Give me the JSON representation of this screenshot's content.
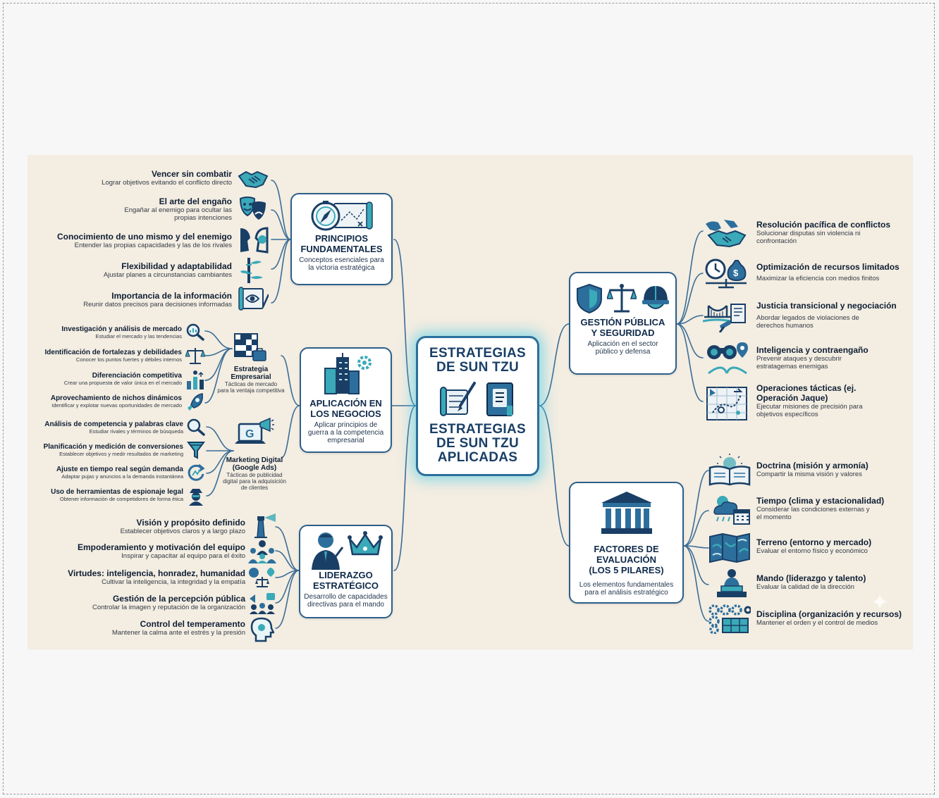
{
  "center": {
    "title_top": "ESTRATEGIAS\nDE SUN TZU",
    "title_bottom": "ESTRATEGIAS\nDE SUN TZU\nAPLICADAS",
    "icons": [
      "scroll-brush-icon",
      "book-icon"
    ]
  },
  "principios": {
    "title": "PRINCIPIOS\nFUNDAMENTALES",
    "subtitle": "Conceptos esenciales para\nla victoria estratégica",
    "icons": [
      "compass-map-icon"
    ],
    "items": [
      {
        "title": "Vencer sin combatir",
        "desc": "Lograr objetivos evitando el conflicto directo",
        "icon": "handshake-icon"
      },
      {
        "title": "El arte del engaño",
        "desc": "Engañar al enemigo para ocultar las\npropias intenciones",
        "icon": "theater-masks-icon"
      },
      {
        "title": "Conocimiento de uno mismo y del enemigo",
        "desc": "Entender las propias capacidades y las de los rivales",
        "icon": "faces-profile-icon"
      },
      {
        "title": "Flexibilidad y adaptabilidad",
        "desc": "Ajustar planes a circunstancias cambiantes",
        "icon": "bamboo-icon"
      },
      {
        "title": "Importancia de la información",
        "desc": "Reunir datos precisos para decisiones informadas",
        "icon": "scroll-eye-icon"
      }
    ]
  },
  "negocios": {
    "title": "APLICACIÓN EN\nLOS NEGOCIOS",
    "subtitle": "Aplicar principios de\nguerra a la competencia\nempresarial",
    "icons": [
      "buildings-gear-icon"
    ],
    "empresarial": {
      "title": "Estrategia\nEmpresarial",
      "desc": "Tácticas de mercado\npara la ventaja competitiva",
      "icon": "chess-briefcase-icon",
      "items": [
        {
          "title": "Investigación y análisis de mercado",
          "desc": "Estudiar el mercado y las tendencias",
          "icon": "magnifier-chart-icon"
        },
        {
          "title": "Identificación de fortalezas y debilidades",
          "desc": "Conocer los puntos fuertes y débiles internos",
          "icon": "scale-icon"
        },
        {
          "title": "Diferenciación competitiva",
          "desc": "Crear una propuesta de valor única en el mercado",
          "icon": "bars-figures-icon"
        },
        {
          "title": "Aprovechamiento de nichos dinámicos",
          "desc": "Identificar y explotar nuevas oportunidades de mercado",
          "icon": "rocket-icon"
        }
      ]
    },
    "marketing": {
      "title": "Marketing Digital\n(Google Ads)",
      "desc": "Tácticas de publicidad\ndigital para la adquisición\nde clientes",
      "icon": "laptop-megaphone-icon",
      "items": [
        {
          "title": "Análisis de competencia y palabras clave",
          "desc": "Estudiar rivales y términos de búsqueda",
          "icon": "magnifier-icon"
        },
        {
          "title": "Planificación y medición de conversiones",
          "desc": "Establecer objetivos y medir resultados de marketing",
          "icon": "funnel-icon"
        },
        {
          "title": "Ajuste en tiempo real según demanda",
          "desc": "Adaptar pujas y anuncios a la demanda instantánea",
          "icon": "refresh-icon"
        },
        {
          "title": "Uso de herramientas de espionaje legal",
          "desc": "Obtener información de competidores de forma ética",
          "icon": "spy-icon"
        }
      ]
    }
  },
  "liderazgo": {
    "title": "LIDERAZGO\nESTRATÉGICO",
    "subtitle": "Desarrollo de capacidades\ndirectivas para el mando",
    "icons": [
      "leader-icon",
      "crown-icon"
    ],
    "items": [
      {
        "title": "Visión y propósito definido",
        "desc": "Establecer objetivos claros y a largo plazo",
        "icon": "lighthouse-icon"
      },
      {
        "title": "Empoderamiento y motivación del equipo",
        "desc": "Inspirar y capacitar al equipo para el éxito",
        "icon": "team-icon"
      },
      {
        "title": "Virtudes: inteligencia, honradez, humanidad",
        "desc": "Cultivar la inteligencia, la integridad y la empatía",
        "icon": "virtues-icon"
      },
      {
        "title": "Gestión de la percepción pública",
        "desc": "Controlar la imagen y reputación de la organización",
        "icon": "public-icon"
      },
      {
        "title": "Control del temperamento",
        "desc": "Mantener la calma ante el estrés y la presión",
        "icon": "head-icon"
      }
    ]
  },
  "gestion": {
    "title": "GESTIÓN PÚBLICA\nY SEGURIDAD",
    "subtitle": "Aplicación en el sector\npúblico y defensa",
    "icons": [
      "shield-icon",
      "justice-scale-icon",
      "helmet-icon"
    ],
    "items": [
      {
        "title": "Resolución pacífica de conflictos",
        "desc": "Solucionar disputas sin violencia ni\nconfrontación",
        "icon": "globe-handshake-icon"
      },
      {
        "title": "Optimización de recursos limitados",
        "desc": "Maximizar la eficiencia con medios finitos",
        "icon": "clock-money-icon"
      },
      {
        "title": "Justicia transicional y negociación",
        "desc": "Abordar legados de violaciones de\nderechos humanos",
        "icon": "bridge-gavel-icon"
      },
      {
        "title": "Inteligencia y contraengaño",
        "desc": "Prevenir ataques y descubrir\nestratagemas enemigas",
        "icon": "binoculars-icon"
      },
      {
        "title": "Operaciones tácticas (ej.\nOperación Jaque)",
        "desc": "Ejecutar misiones de precisión para\nobjetivos específicos",
        "icon": "tactical-map-icon"
      }
    ]
  },
  "factores": {
    "title": "FACTORES DE\nEVALUACIÓN\n(LOS 5 PILARES)",
    "subtitle": "Los elementos fundamentales\npara el análisis estratégico",
    "icons": [
      "pillars-icon"
    ],
    "items": [
      {
        "title": "Doctrina (misión y armonía)",
        "desc": "Compartir la misma visión y valores",
        "icon": "open-book-icon"
      },
      {
        "title": "Tiempo (clima y estacionalidad)",
        "desc": "Considerar las condiciones externas y\nel momento",
        "icon": "weather-calendar-icon"
      },
      {
        "title": "Terreno (entorno y mercado)",
        "desc": "Evaluar el entorno físico y económico",
        "icon": "terrain-map-icon"
      },
      {
        "title": "Mando (liderazgo y talento)",
        "desc": "Evaluar la calidad de la dirección",
        "icon": "podium-leader-icon"
      },
      {
        "title": "Disciplina (organización y recursos)",
        "desc": "Mantener el orden y el control de medios",
        "icon": "gears-grid-icon"
      }
    ]
  },
  "colors": {
    "navy": "#0f2a4a",
    "blue": "#2d5f8a",
    "teal": "#3aa9b8",
    "line": "#3b6d96",
    "background": "#f3ede2",
    "glow": "#40c8e6"
  }
}
